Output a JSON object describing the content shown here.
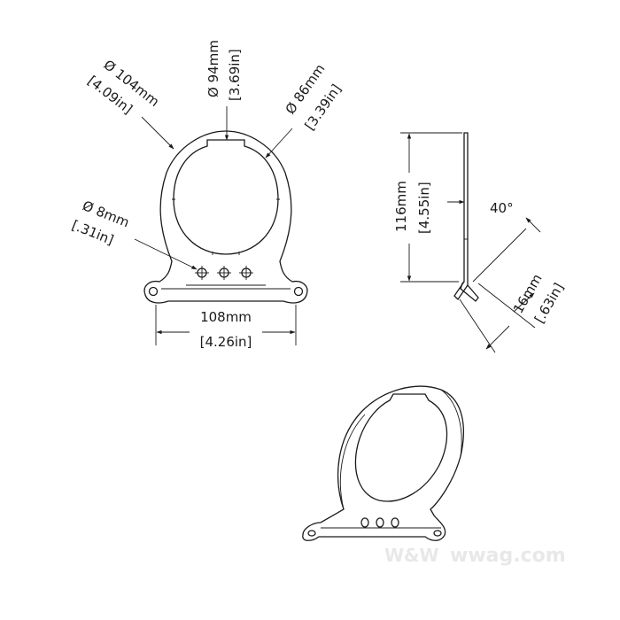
{
  "dimensions": {
    "outer_diameter": {
      "mm": "Ø 104mm",
      "in": "[4.09in]"
    },
    "ring_diameter": {
      "mm": "Ø 94mm",
      "in": "[3.69in]"
    },
    "inner_diameter": {
      "mm": "Ø 86mm",
      "in": "[3.39in]"
    },
    "hole_diameter": {
      "mm": "Ø 8mm",
      "in": "[.31in]"
    },
    "width": {
      "mm": "108mm",
      "in": "[4.26in]"
    },
    "height": {
      "mm": "116mm",
      "in": "[4.55in]"
    },
    "foot_length": {
      "mm": "16mm",
      "in": "[.63in]"
    },
    "bend_angle": "40°"
  },
  "watermark": {
    "logo": "W&W",
    "site": "wwag.com"
  }
}
